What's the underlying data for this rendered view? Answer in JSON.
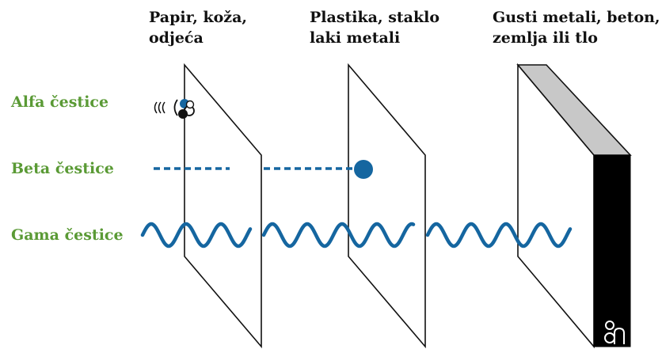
{
  "materials": [
    {
      "line1": "Papir, koža,",
      "line2": "odjeća"
    },
    {
      "line1": "Plastika, staklo",
      "line2": "laki metali"
    },
    {
      "line1": "Gusti metali, beton,",
      "line2": "zemlja ili tlo"
    }
  ],
  "particles": {
    "alpha": "Alfa čestice",
    "beta": "Beta čestice",
    "gamma": "Gama čestice"
  },
  "colors": {
    "label_green": "#5a9a35",
    "particle_blue": "#1566a0",
    "wall_top": "#c8c8c8",
    "wall_side": "#000000",
    "outline": "#111111"
  },
  "icons": {
    "alpha_particle": "alpha-particle-icon",
    "beta_particle": "beta-particle-icon",
    "corner_logo": "logo-icon"
  }
}
